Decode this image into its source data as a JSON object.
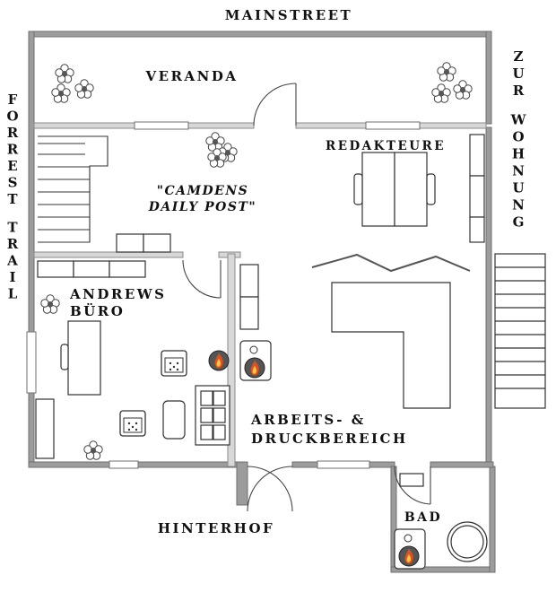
{
  "streets": {
    "top": "MAINSTREET",
    "left": "FORREST TRAIL",
    "right": "ZUR WOHNUNG",
    "bottom": "HINTERHOF"
  },
  "rooms": {
    "veranda": "VERANDA",
    "redakteure": "REDAKTEURE",
    "sign_line1": "\"CAMDENS",
    "sign_line2": "DAILY POST\"",
    "andrews_line1": "ANDREWS",
    "andrews_line2": "BÜRO",
    "arbeits_line1": "ARBEITS- &",
    "arbeits_line2": "DRUCKBEREICH",
    "bad": "BAD"
  },
  "icons": {
    "plant": "flower-pot-icon",
    "stove": "stove-fire-icon",
    "chair": "chair-icon",
    "door": "door-swing-icon"
  },
  "colors": {
    "wall_outer": "#9c9c9c",
    "wall_inner": "#d8d8d8",
    "wall_stroke": "#6f6f6f",
    "furniture_stroke": "#333333",
    "fire": "#e0521c",
    "fire_inner": "#ffc447"
  }
}
